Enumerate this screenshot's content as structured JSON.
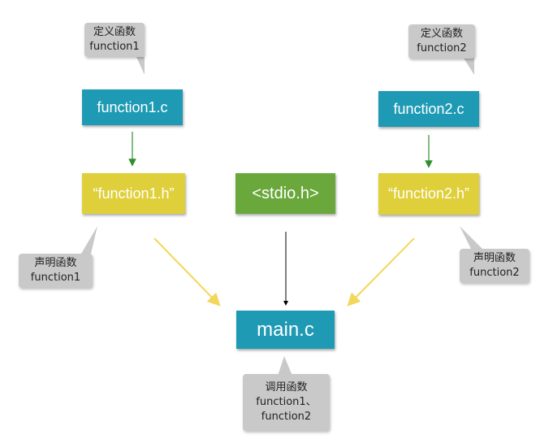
{
  "boxes": {
    "function1_c": "function1.c",
    "function2_c": "function2.c",
    "function1_h": "“function1.h”",
    "function2_h": "“function2.h”",
    "stdio_h": "<stdio.h>",
    "main_c": "main.c"
  },
  "notes": {
    "define1": {
      "line1": "定义函数",
      "line2": "function1"
    },
    "define2": {
      "line1": "定义函数",
      "line2": "function2"
    },
    "declare1": {
      "line1": "声明函数",
      "line2": "function1"
    },
    "declare2": {
      "line1": "声明函数",
      "line2": "function2"
    },
    "call": {
      "line1": "调用函数",
      "line2": "function1、",
      "line3": "function2"
    }
  },
  "colors": {
    "source_box": "#1e9ab5",
    "header_box": "#dfcf3a",
    "stdlib_box": "#6aa83c",
    "note_bg": "#c9c9c9",
    "arrow_green": "#2f8f2f",
    "arrow_yellow": "#f2d75a",
    "arrow_black": "#000000"
  }
}
